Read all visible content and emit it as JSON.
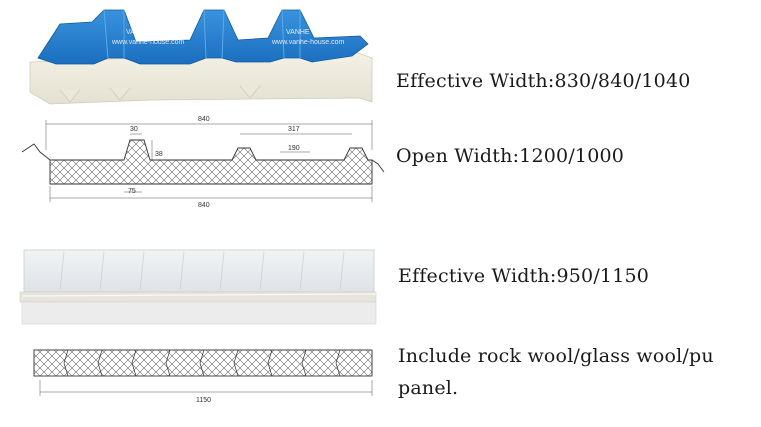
{
  "captions": {
    "roof_effective_width": "Effective Width:830/840/1040",
    "roof_open_width": "Open Width:1200/1000",
    "wall_effective_width": "Effective Width:950/1150",
    "core_materials": "Include rock wool/glass wool/pu panel."
  },
  "roof_panel_photo": {
    "watermark_brand": "VANHE",
    "watermark_url": "www.vanhe-house.com",
    "sheet_color": "#1f7ccf"
  },
  "roof_drawing": {
    "top_width": "840",
    "rib_spacing": "317",
    "rib_top": "30",
    "rib_height": "38",
    "rib_base": "190",
    "rib_bottom": "75",
    "bottom_width": "840"
  },
  "wall_drawing": {
    "width": "1150"
  }
}
